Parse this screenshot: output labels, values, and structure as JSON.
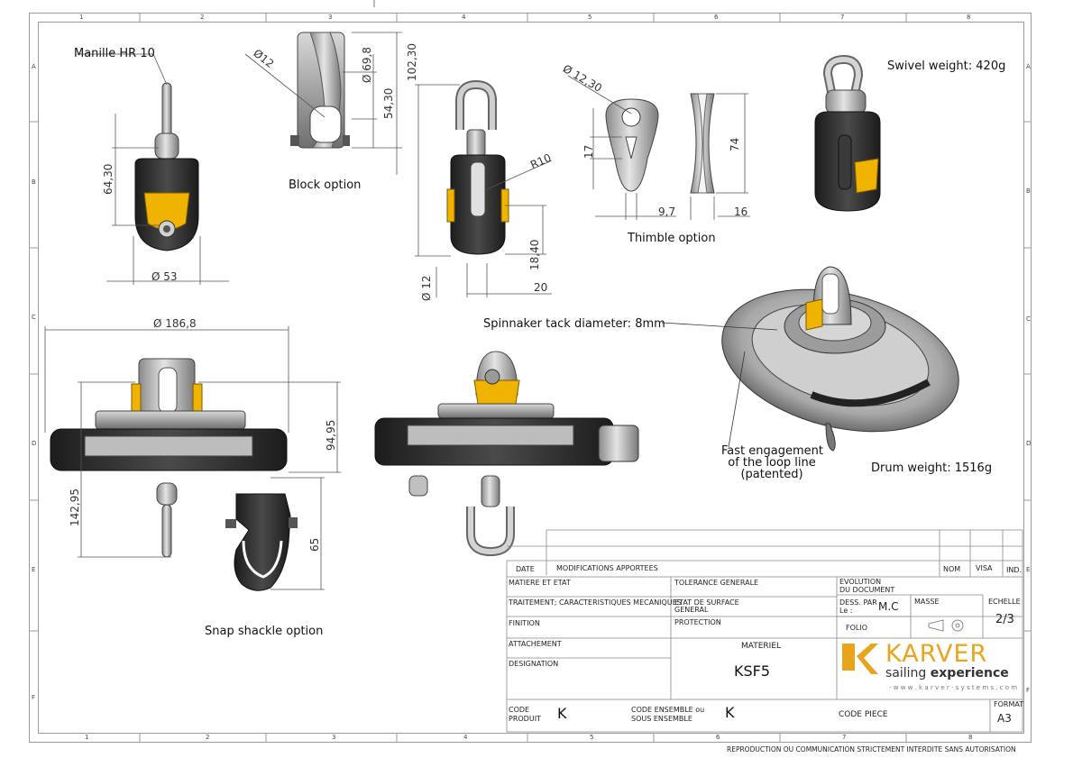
{
  "border": {
    "cols_top": [
      "1",
      "2",
      "3",
      "4",
      "5",
      "6",
      "7",
      "8"
    ],
    "cols_bottom": [
      "1",
      "2",
      "3",
      "4",
      "5",
      "6",
      "7",
      "8"
    ],
    "rows": [
      "A",
      "B",
      "C",
      "D",
      "E",
      "F"
    ]
  },
  "views": {
    "manille": {
      "label": "Manille HR 10",
      "dim_height": "64,30",
      "dim_dia": "Ø 53"
    },
    "block": {
      "label": "Block option",
      "dim_d12": "Ø12",
      "dim_d69": "Ø 69,8",
      "dim_5430": "54,30"
    },
    "swivel_front": {
      "dim_10230": "102,30",
      "dim_r10": "R10",
      "dim_1840": "18,40",
      "dim_d12": "Ø 12",
      "dim_20": "20"
    },
    "thimble": {
      "label": "Thimble option",
      "dim_d1230": "Ø 12,30",
      "dim_17": "17",
      "dim_97": "9,7",
      "dim_74": "74",
      "dim_16": "16"
    },
    "swivel_iso": {
      "label": "Swivel weight: 420g"
    },
    "drum_top": {
      "dim_d1868": "Ø 186,8",
      "dim_9495": "94,95",
      "dim_14295": "142,95",
      "dim_65": "65"
    },
    "snap": {
      "label": "Snap shackle option"
    },
    "drum_iso": {
      "spinnaker": "Spinnaker tack diameter: 8mm",
      "fast1": "Fast engagement",
      "fast2": "of the loop line",
      "fast3": "(patented)",
      "weight": "Drum weight: 1516g"
    }
  },
  "title_block": {
    "date": "DATE",
    "modifications": "MODIFICATIONS  APPORTEES",
    "nom": "NOM",
    "visa": "VISA",
    "ind": "IND.",
    "matiere": "MATIERE ET ETAT",
    "tolerance": "TOLERANCE GENERALE",
    "evolution1": "EVOLUTION",
    "evolution2": "DU DOCUMENT",
    "traitement": "TRAITEMENT;  CARACTERISTIQUES MECANIQUES",
    "etat1": "ETAT DE SURFACE",
    "etat2": "GENERAL",
    "dess1": "DESS. PAR",
    "dess2": "Le :",
    "dess_value": "M.C",
    "masse": "MASSE",
    "echelle": "ECHELLE",
    "echelle_value": "2/3",
    "finition": "FINITION",
    "protection": "PROTECTION",
    "folio": "FOLIO",
    "attachement": "ATTACHEMENT",
    "materiel": "MATERIEL",
    "designation": "DESIGNATION",
    "materiel_value": "KSF5",
    "code_produit1": "CODE",
    "code_produit2": "PRODUIT",
    "code_produit_value": "K",
    "code_ensemble1": "CODE ENSEMBLE ou",
    "code_ensemble2": "SOUS ENSEMBLE",
    "code_ensemble_value": "K",
    "code_piece": "CODE PIECE",
    "format": "FORMAT",
    "format_value": "A3",
    "logo_brand": "KARVER",
    "logo_sub1": "sailing ",
    "logo_sub2": "experience",
    "logo_url": "- w w w . k a r v e r - s y s t e m s . c o m",
    "footer": "REPRODUCTION  OU  COMMUNICATION  STRICTEMENT  INTERDITE  SANS  AUTORISATION"
  },
  "colors": {
    "accent": "#f0b400",
    "dark": "#333333",
    "metal": "#b8b8b8",
    "brand": "#e8a41c"
  }
}
